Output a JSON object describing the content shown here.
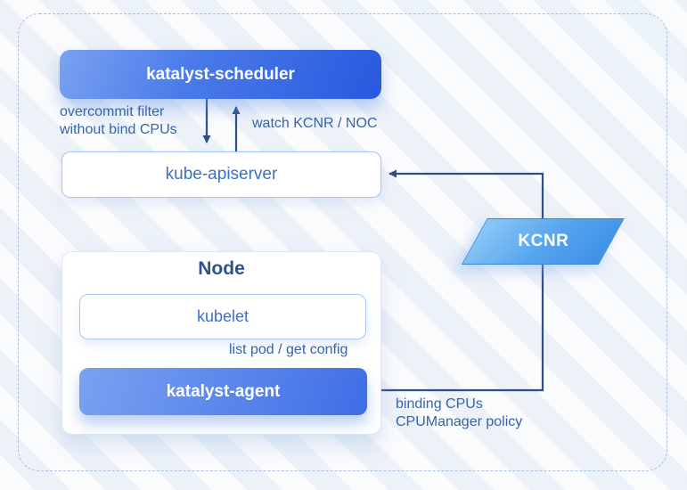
{
  "diagram": {
    "title_context": "katalyst CPU overcommit architecture",
    "nodes": {
      "scheduler": {
        "label": "katalyst-scheduler"
      },
      "apiserver": {
        "label": "kube-apiserver"
      },
      "node": {
        "title": "Node"
      },
      "kubelet": {
        "label": "kubelet"
      },
      "agent": {
        "label": "katalyst-agent"
      },
      "kcnr": {
        "label": "KCNR"
      }
    },
    "edges": {
      "scheduler_to_apiserver": {
        "label_line1": "overcommit filter",
        "label_line2": "without bind CPUs"
      },
      "apiserver_to_scheduler": {
        "label": "watch KCNR / NOC"
      },
      "kubelet_to_agent": {
        "label": "list pod / get config"
      },
      "agent_to_apiserver": {
        "label_line1": "binding CPUs",
        "label_line2": "CPUManager policy"
      }
    },
    "colors": {
      "primary_blue_gradient_start": "#7AA2F1",
      "primary_blue_gradient_end": "#2958DF",
      "kcnr_blue_start": "#8CC8F6",
      "kcnr_blue_end": "#3D90E8",
      "connector_navy": "#2E4F87",
      "label_text_blue": "#3464AC",
      "white_box_text_blue": "#3A70C8",
      "node_title_blue": "#2B5291",
      "white_box_border": "#A7C7F3",
      "dashed_frame_border": "#A9BFDE",
      "background": "#F4F7FB"
    }
  }
}
